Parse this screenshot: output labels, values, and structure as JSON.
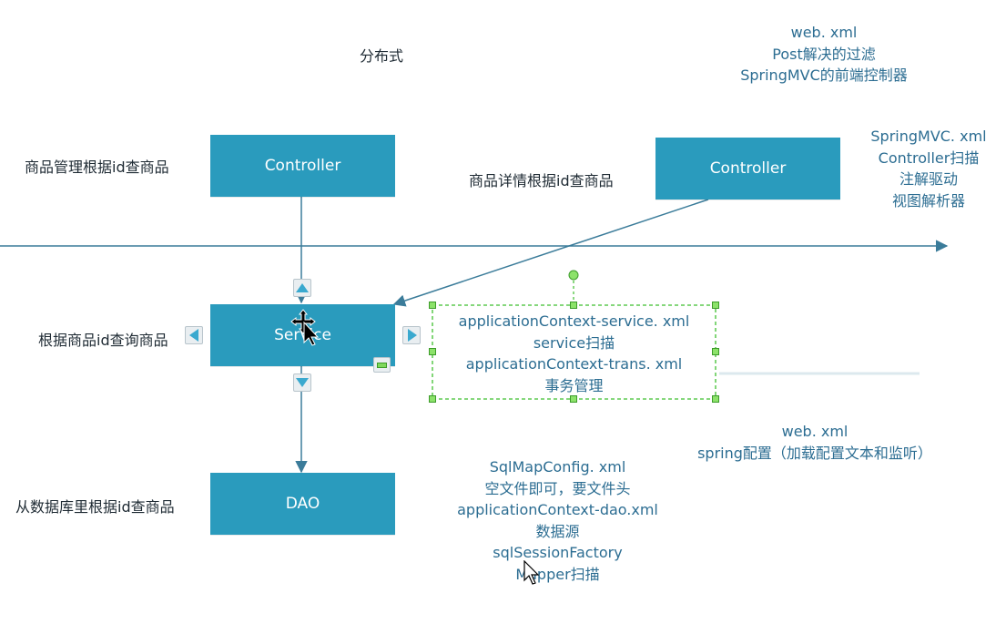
{
  "top_title": "分布式",
  "boxes": {
    "controller_left": "Controller",
    "controller_right": "Controller",
    "service": "Service",
    "dao": "DAO"
  },
  "labels": {
    "left_controller": "商品管理根据id查商品",
    "right_controller": "商品详情根据id查商品",
    "service": "根据商品id查询商品",
    "dao": "从数据库里根据id查商品"
  },
  "notes": {
    "web_xml_top": [
      "web. xml",
      "Post解决的过滤",
      "SpringMVC的前端控制器"
    ],
    "springmvc_xml": [
      "SpringMVC. xml",
      "Controller扫描",
      "注解驱动",
      "视图解析器"
    ],
    "app_context_service": [
      "applicationContext-service. xml",
      "service扫描",
      "applicationContext-trans. xml",
      "事务管理"
    ],
    "web_xml_spring": [
      "web. xml",
      "spring配置（加载配置文本和监听）"
    ],
    "sqlmap_config": [
      "SqlMapConfig. xml",
      "空文件即可，要文件头",
      "applicationContext-dao.xml",
      "数据源",
      "sqlSessionFactory",
      "Mapper扫描"
    ]
  },
  "colors": {
    "box_fill": "#2a9bbd",
    "line": "#3b7c9a",
    "note_text": "#2c6d92",
    "selection": "#3fbf2f"
  }
}
